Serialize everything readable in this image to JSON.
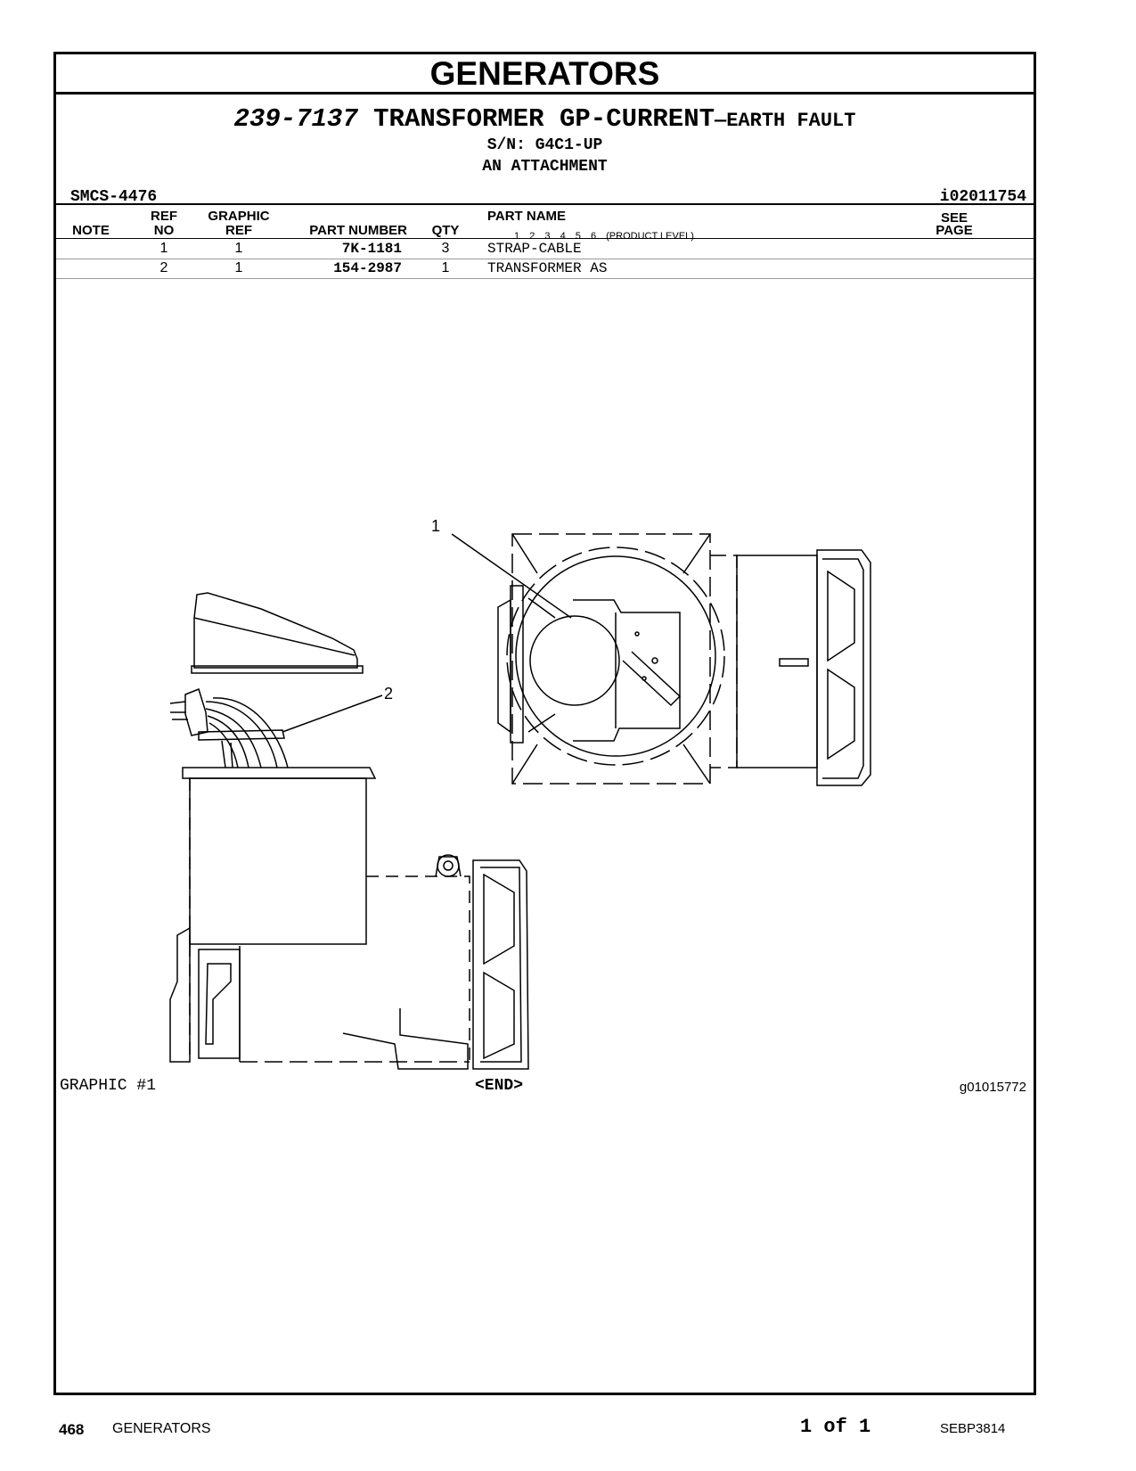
{
  "section_title": "GENERATORS",
  "group": {
    "part_number": "239-7137",
    "name": "TRANSFORMER GP-CURRENT",
    "name_suffix": "—EARTH FAULT",
    "serial": "S/N: G4C1-UP",
    "type": "AN ATTACHMENT"
  },
  "smcs": "SMCS-4476",
  "illustration_id": "i02011754",
  "table": {
    "headers": {
      "note": "NOTE",
      "ref_no_1": "REF",
      "ref_no_2": "NO",
      "graphic_ref_1": "GRAPHIC",
      "graphic_ref_2": "REF",
      "part_number": "PART NUMBER",
      "qty": "QTY",
      "part_name": "PART NAME",
      "product_level": "(PRODUCT LEVEL)",
      "see_page_1": "SEE",
      "see_page_2": "PAGE"
    },
    "levels": [
      "1",
      "2",
      "3",
      "4",
      "5",
      "6"
    ],
    "rows": [
      {
        "note": "",
        "ref_no": "1",
        "graphic_ref": "1",
        "part_number": "7K-1181",
        "qty": "3",
        "part_name": "STRAP-CABLE",
        "see_page": ""
      },
      {
        "note": "",
        "ref_no": "2",
        "graphic_ref": "1",
        "part_number": "154-2987",
        "qty": "1",
        "part_name": "TRANSFORMER AS",
        "see_page": ""
      }
    ]
  },
  "graphic": {
    "callout_1": "1",
    "callout_2": "2",
    "label": "GRAPHIC #1",
    "end_marker": "<END>",
    "graphic_id": "g01015772"
  },
  "footer": {
    "page_number": "468",
    "section": "GENERATORS",
    "page_of": "1 of 1",
    "doc_id": "SEBP3814"
  }
}
